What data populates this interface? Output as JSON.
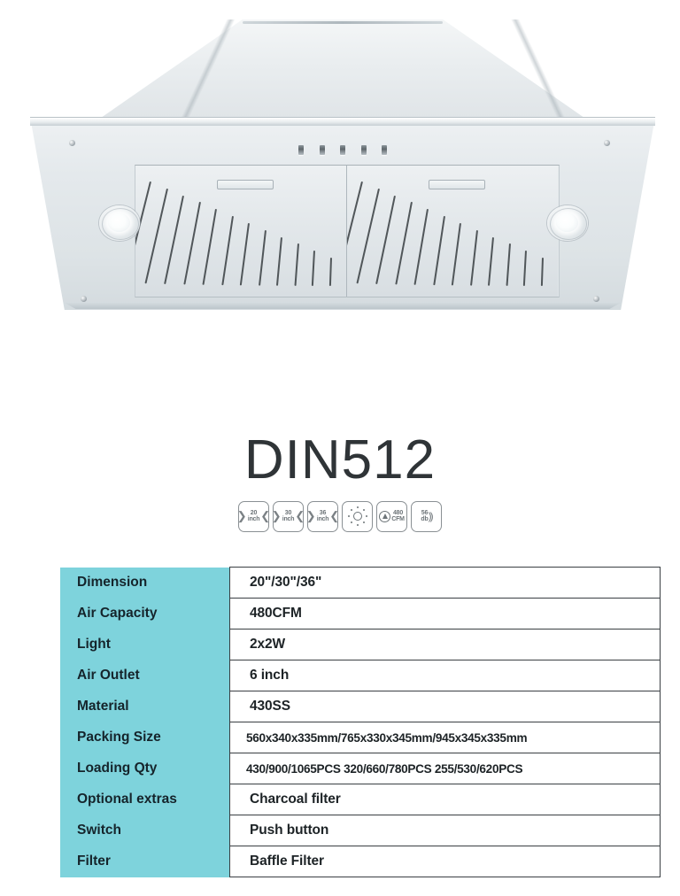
{
  "product": {
    "model_title": "DIN512",
    "image": {
      "alt_name": "stainless-steel-insert-range-hood",
      "push_button_count": 5,
      "light_count": 2,
      "filter_panel_count": 2
    }
  },
  "badges": [
    {
      "name": "width-20-inch",
      "icon": "width-arrows-icon",
      "line1": "20",
      "line2": "inch"
    },
    {
      "name": "width-30-inch",
      "icon": "width-arrows-icon",
      "line1": "30",
      "line2": "inch"
    },
    {
      "name": "width-36-inch",
      "icon": "width-arrows-icon",
      "line1": "36",
      "line2": "inch"
    },
    {
      "name": "light",
      "icon": "sun-light-icon",
      "line1": "",
      "line2": ""
    },
    {
      "name": "airflow-480-cfm",
      "icon": "fan-icon",
      "line1": "480",
      "line2": "CFM"
    },
    {
      "name": "noise-56-db",
      "icon": "sound-waves-icon",
      "line1": "56",
      "line2": "db"
    }
  ],
  "spec_table": {
    "rows": [
      {
        "label": "Dimension",
        "value": "20\"/30\"/36\""
      },
      {
        "label": "Air Capacity",
        "value": "480CFM"
      },
      {
        "label": "Light",
        "value": "2x2W"
      },
      {
        "label": "Air Outlet",
        "value": "6 inch"
      },
      {
        "label": "Material",
        "value": "430SS"
      },
      {
        "label": "Packing Size",
        "value": "560x340x335mm/765x330x345mm/945x345x335mm"
      },
      {
        "label": "Loading Qty",
        "value": "430/900/1065PCS 320/660/780PCS 255/530/620PCS"
      },
      {
        "label": "Optional extras",
        "value": "Charcoal filter"
      },
      {
        "label": "Switch",
        "value": "Push button"
      },
      {
        "label": "Filter",
        "value": "Baffle Filter"
      }
    ]
  },
  "colors": {
    "label_teal": "#7ED3DC",
    "table_border": "#3A3F43",
    "title_text": "#2F3437",
    "badge_outline": "#8A9094"
  }
}
